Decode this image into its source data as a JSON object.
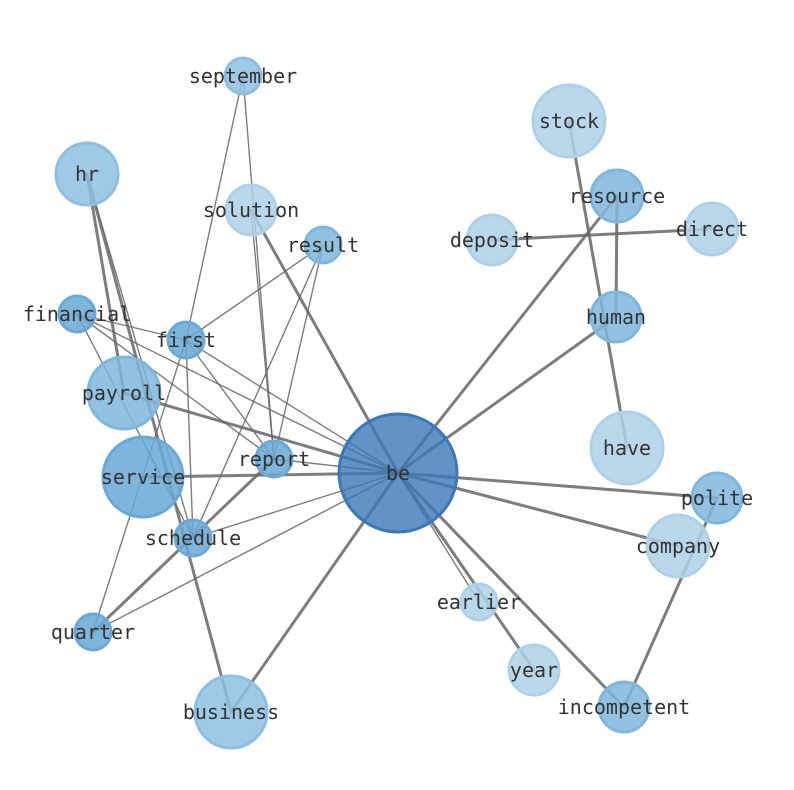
{
  "nodes": [
    {
      "id": "be",
      "label": "be",
      "shade": "#3a78b8",
      "size": 5
    },
    {
      "id": "september",
      "label": "september",
      "shade": "#8ebfe0",
      "size": 1
    },
    {
      "id": "hr",
      "label": "hr",
      "shade": "#8ebfe0",
      "size": 3
    },
    {
      "id": "solution",
      "label": "solution",
      "shade": "#aed1e8",
      "size": 2
    },
    {
      "id": "result",
      "label": "result",
      "shade": "#7fb6dc",
      "size": 1
    },
    {
      "id": "financial",
      "label": "financial",
      "shade": "#6aa8d5",
      "size": 1
    },
    {
      "id": "first",
      "label": "first",
      "shade": "#6aa8d5",
      "size": 1
    },
    {
      "id": "payroll",
      "label": "payroll",
      "shade": "#7fb6dc",
      "size": 3
    },
    {
      "id": "report",
      "label": "report",
      "shade": "#6aa8d5",
      "size": 1
    },
    {
      "id": "service",
      "label": "service",
      "shade": "#6aa8d5",
      "size": 4
    },
    {
      "id": "schedule",
      "label": "schedule",
      "shade": "#6aa8d5",
      "size": 1
    },
    {
      "id": "quarter",
      "label": "quarter",
      "shade": "#6aa8d5",
      "size": 1
    },
    {
      "id": "business",
      "label": "business",
      "shade": "#8ebfe0",
      "size": 3
    },
    {
      "id": "stock",
      "label": "stock",
      "shade": "#aed1e8",
      "size": 3
    },
    {
      "id": "resource",
      "label": "resource",
      "shade": "#7fb6dc",
      "size": 2
    },
    {
      "id": "direct",
      "label": "direct",
      "shade": "#aed1e8",
      "size": 2
    },
    {
      "id": "deposit",
      "label": "deposit",
      "shade": "#aed1e8",
      "size": 2
    },
    {
      "id": "human",
      "label": "human",
      "shade": "#7fb6dc",
      "size": 2
    },
    {
      "id": "have",
      "label": "have",
      "shade": "#aed1e8",
      "size": 3
    },
    {
      "id": "polite",
      "label": "polite",
      "shade": "#7fb6dc",
      "size": 2
    },
    {
      "id": "company",
      "label": "company",
      "shade": "#aed1e8",
      "size": 2
    },
    {
      "id": "earlier",
      "label": "earlier",
      "shade": "#aed1e8",
      "size": 1
    },
    {
      "id": "year",
      "label": "year",
      "shade": "#aed1e8",
      "size": 2
    },
    {
      "id": "incompetent",
      "label": "incompetent",
      "shade": "#7fb6dc",
      "size": 2
    }
  ],
  "edges": [
    {
      "source": "be",
      "target": "solution",
      "weight": 2
    },
    {
      "source": "be",
      "target": "financial",
      "weight": 1
    },
    {
      "source": "be",
      "target": "first",
      "weight": 1
    },
    {
      "source": "be",
      "target": "payroll",
      "weight": 2
    },
    {
      "source": "be",
      "target": "report",
      "weight": 1
    },
    {
      "source": "be",
      "target": "service",
      "weight": 2
    },
    {
      "source": "be",
      "target": "schedule",
      "weight": 1
    },
    {
      "source": "be",
      "target": "quarter",
      "weight": 1
    },
    {
      "source": "be",
      "target": "business",
      "weight": 2
    },
    {
      "source": "be",
      "target": "resource",
      "weight": 2
    },
    {
      "source": "be",
      "target": "human",
      "weight": 2
    },
    {
      "source": "be",
      "target": "polite",
      "weight": 2
    },
    {
      "source": "be",
      "target": "company",
      "weight": 2
    },
    {
      "source": "be",
      "target": "earlier",
      "weight": 1
    },
    {
      "source": "be",
      "target": "year",
      "weight": 2
    },
    {
      "source": "be",
      "target": "incompetent",
      "weight": 2
    },
    {
      "source": "september",
      "target": "first",
      "weight": 1
    },
    {
      "source": "september",
      "target": "report",
      "weight": 1
    },
    {
      "source": "solution",
      "target": "report",
      "weight": 1
    },
    {
      "source": "result",
      "target": "first",
      "weight": 1
    },
    {
      "source": "result",
      "target": "report",
      "weight": 1
    },
    {
      "source": "result",
      "target": "schedule",
      "weight": 1
    },
    {
      "source": "financial",
      "target": "first",
      "weight": 1
    },
    {
      "source": "financial",
      "target": "report",
      "weight": 1
    },
    {
      "source": "financial",
      "target": "schedule",
      "weight": 1
    },
    {
      "source": "first",
      "target": "report",
      "weight": 1
    },
    {
      "source": "first",
      "target": "schedule",
      "weight": 1
    },
    {
      "source": "first",
      "target": "quarter",
      "weight": 1
    },
    {
      "source": "hr",
      "target": "payroll",
      "weight": 2
    },
    {
      "source": "hr",
      "target": "business",
      "weight": 2
    },
    {
      "source": "hr",
      "target": "schedule",
      "weight": 1
    },
    {
      "source": "report",
      "target": "quarter",
      "weight": 2
    },
    {
      "source": "stock",
      "target": "have",
      "weight": 2
    },
    {
      "source": "resource",
      "target": "human",
      "weight": 2
    },
    {
      "source": "deposit",
      "target": "direct",
      "weight": 2
    },
    {
      "source": "polite",
      "target": "incompetent",
      "weight": 2
    }
  ]
}
